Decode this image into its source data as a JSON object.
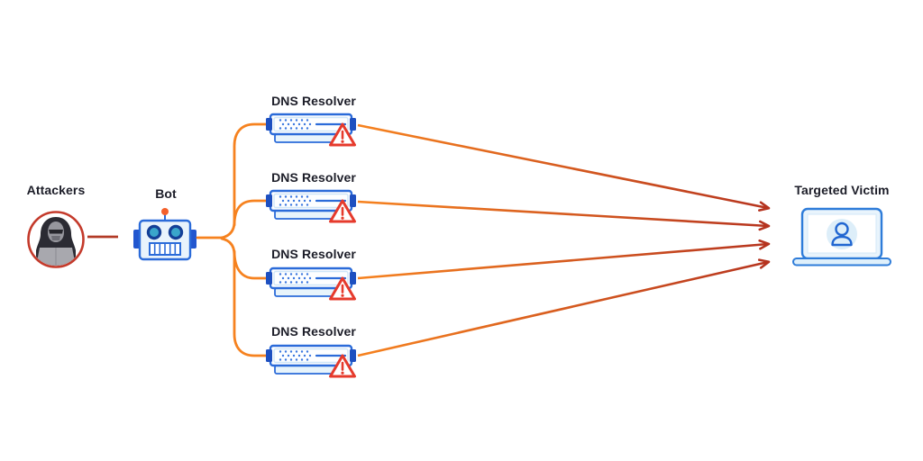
{
  "nodes": {
    "attackers": {
      "label": "Attackers"
    },
    "bot": {
      "label": "Bot"
    },
    "resolvers": [
      {
        "label": "DNS Resolver"
      },
      {
        "label": "DNS Resolver"
      },
      {
        "label": "DNS Resolver"
      },
      {
        "label": "DNS Resolver"
      }
    ],
    "victim": {
      "label": "Targeted Victim"
    }
  },
  "icons": {
    "attackers": "hacker-in-hood-icon",
    "bot": "robot-head-icon",
    "resolver": "server-rack-icon",
    "resolver_alert": "warning-triangle-icon",
    "victim": "laptop-user-icon"
  },
  "colors": {
    "link_orange": "#f6821f",
    "link_red": "#b5331f",
    "attacker_link_red": "#b23a26",
    "icon_blue": "#2b6bd9",
    "icon_blue_dark": "#1e50c0",
    "icon_fill_light": "#e9f3fc",
    "warning_red": "#e63a2c",
    "attacker_ring_red": "#c43a2b",
    "label_text": "#1c1d28",
    "background": "#ffffff"
  }
}
